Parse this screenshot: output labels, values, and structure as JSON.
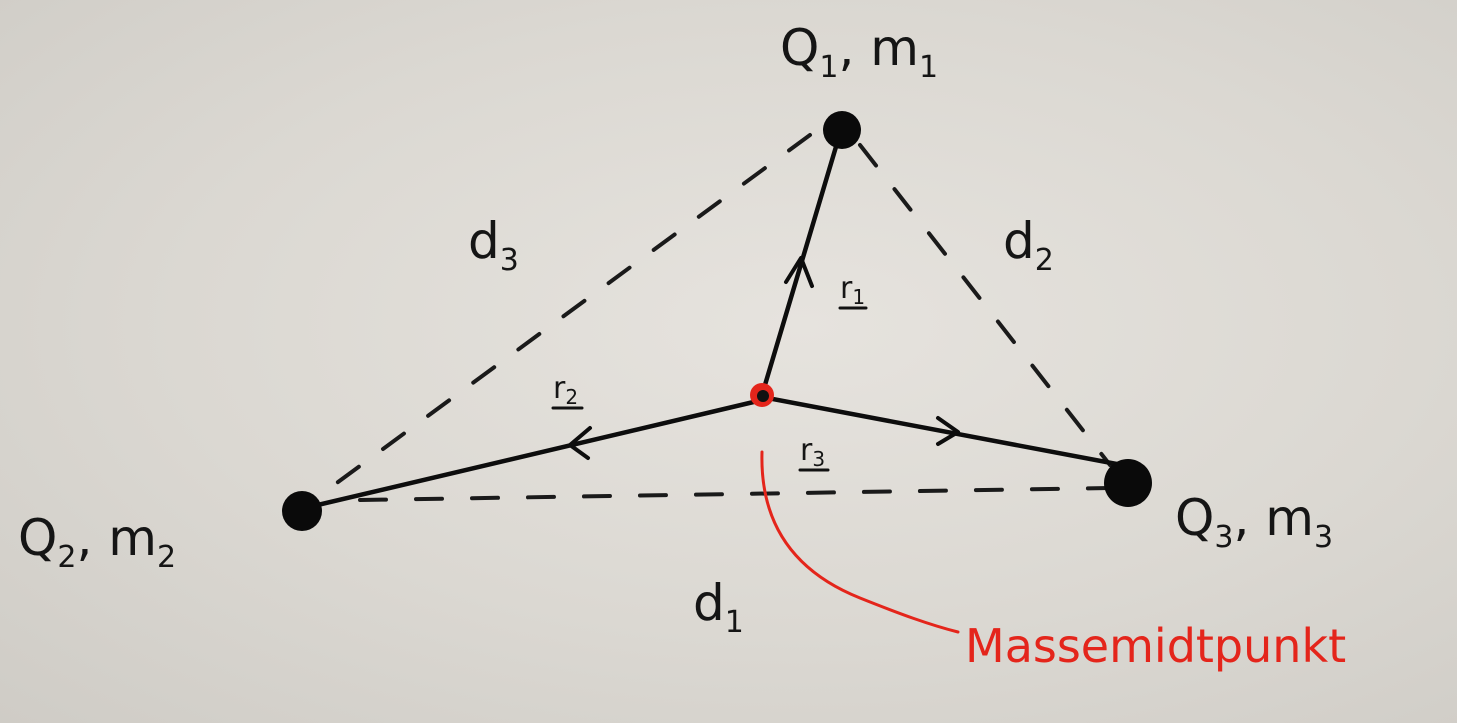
{
  "charges": [
    {
      "id": "1",
      "text": "Q",
      "sub": "1",
      "mass": "m",
      "mass_sub": "1"
    },
    {
      "id": "2",
      "text": "Q",
      "sub": "2",
      "mass": "m",
      "mass_sub": "2"
    },
    {
      "id": "3",
      "text": "Q",
      "sub": "3",
      "mass": "m",
      "mass_sub": "3"
    }
  ],
  "distances": {
    "d1": {
      "letter": "d",
      "sub": "1"
    },
    "d2": {
      "letter": "d",
      "sub": "2"
    },
    "d3": {
      "letter": "d",
      "sub": "3"
    }
  },
  "vectors": {
    "r1": {
      "letter": "r",
      "sub": "1"
    },
    "r2": {
      "letter": "r",
      "sub": "2"
    },
    "r3": {
      "letter": "r",
      "sub": "3"
    }
  },
  "center_of_mass_label": "Massemidtpunkt",
  "colors": {
    "ink": "#111111",
    "highlight": "#e4251b",
    "paper": "#dedbd6"
  }
}
